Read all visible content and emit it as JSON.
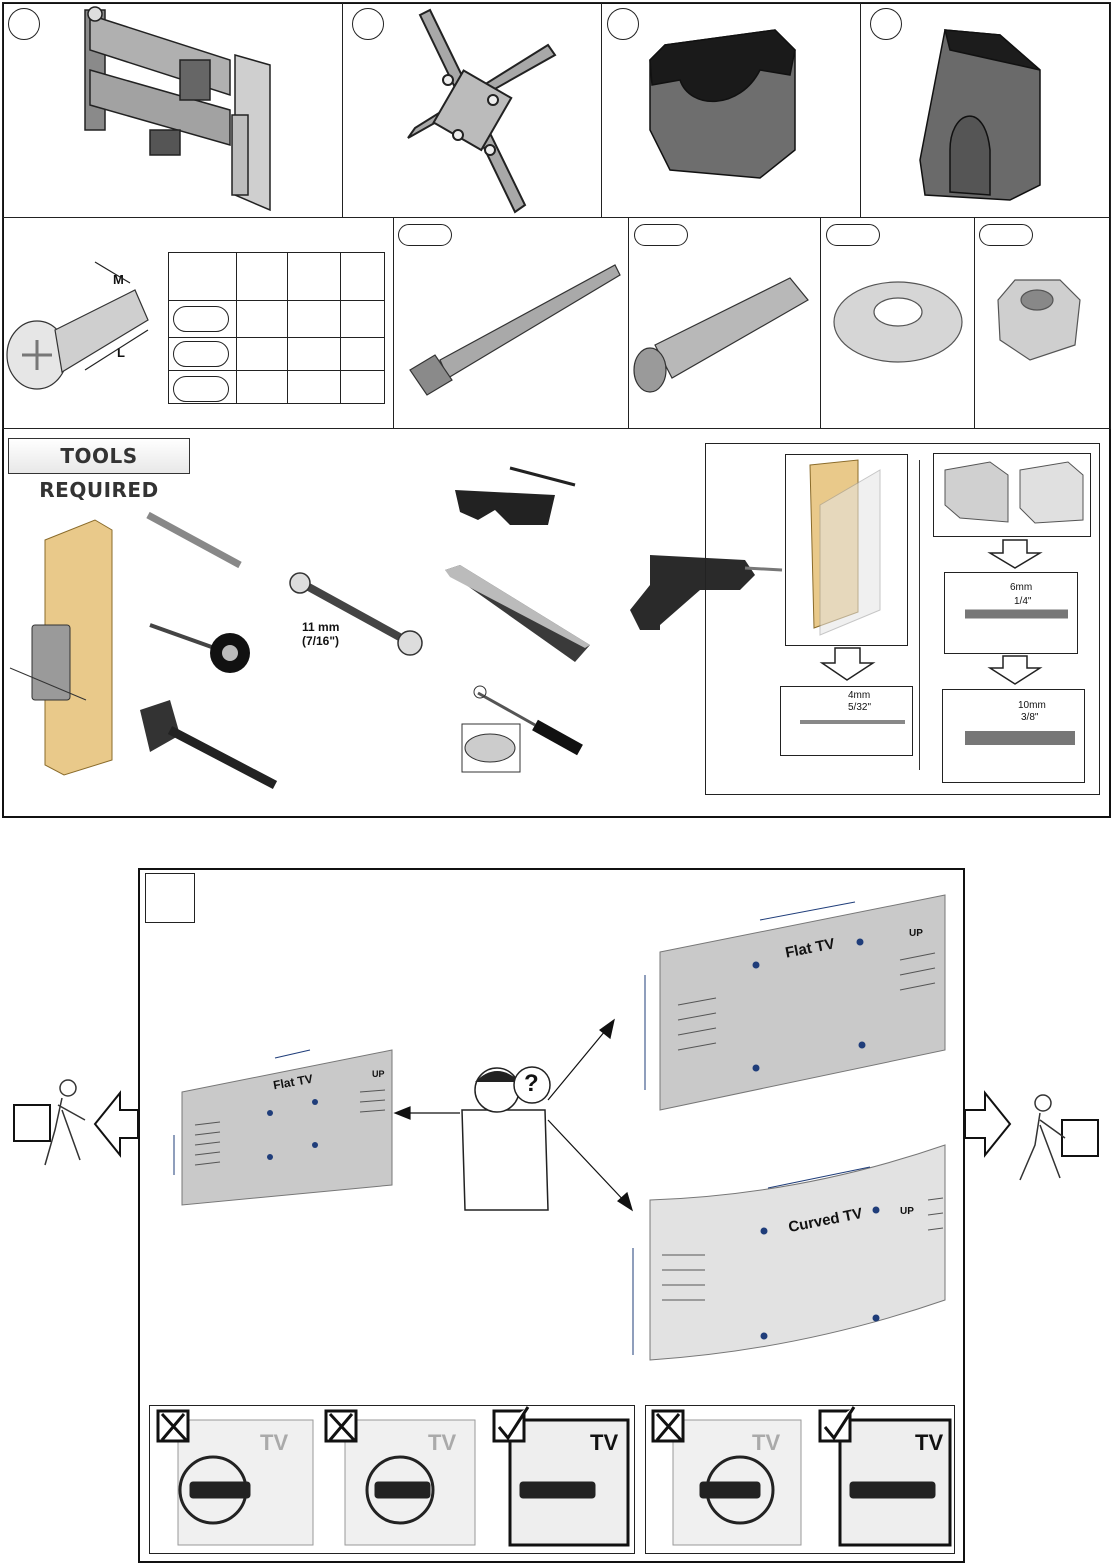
{
  "parts": {
    "screw_dim_m": "M",
    "screw_dim_l": "L"
  },
  "tools": {
    "badge": "TOOLS REQUIRED",
    "wrench_size": "11 mm",
    "wrench_size_imperial": "(7/16\")"
  },
  "drill": {
    "wood_bit_mm": "4mm",
    "wood_bit_in": "5/32\"",
    "masonry_bit1_mm": "6mm",
    "masonry_bit1_in": "1/4\"",
    "masonry_bit2_mm": "10mm",
    "masonry_bit2_in": "3/8\""
  },
  "tv": {
    "flat_label": "Flat TV",
    "curved_label": "Curved TV",
    "up_label": "UP",
    "question": "?",
    "screw_panel_label": "TV"
  },
  "colors": {
    "line": "#111111",
    "measure_blue": "#1f3d7a",
    "wood": "#e9c98a",
    "panel_gray": "#c9c9c9"
  }
}
